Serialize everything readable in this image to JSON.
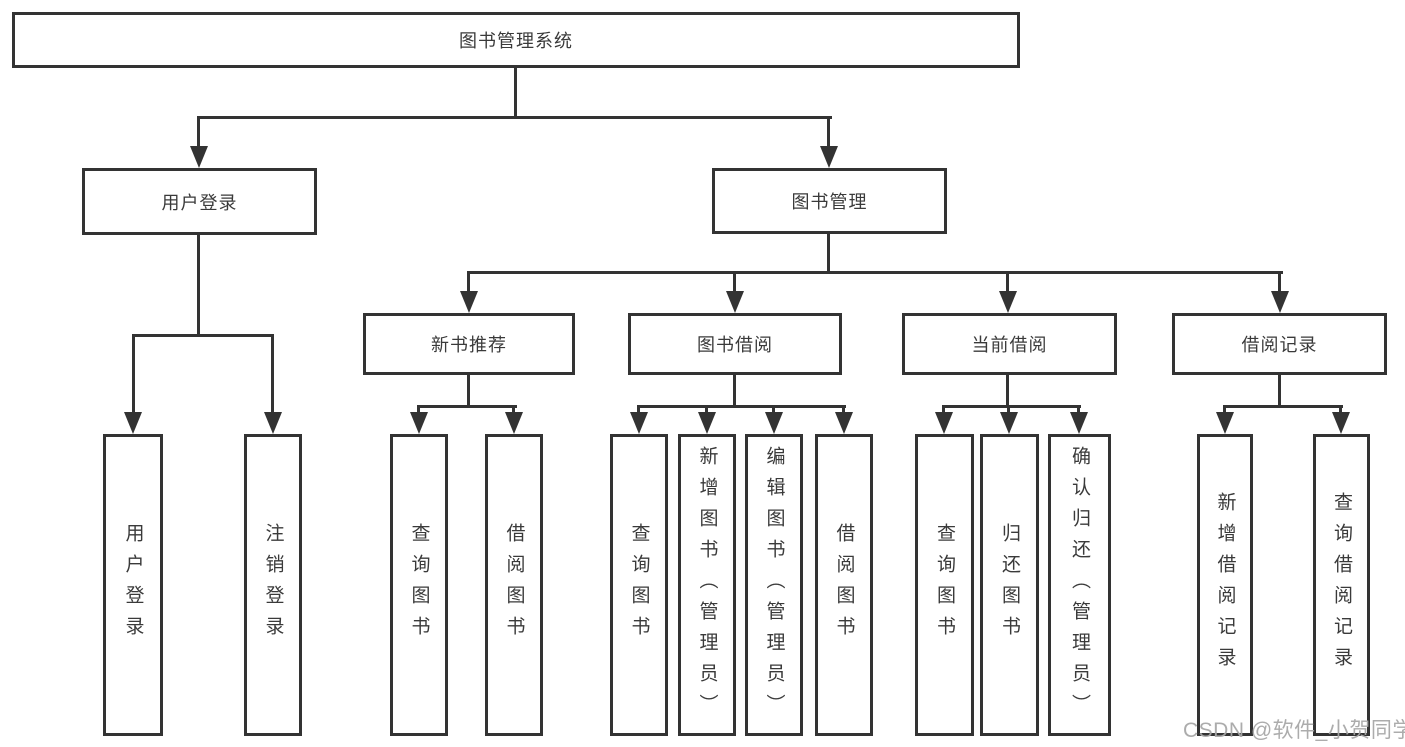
{
  "diagram": {
    "root": "图书管理系统",
    "level2": {
      "user_login": "用户登录",
      "book_mgmt": "图书管理"
    },
    "level3": {
      "new_book_rec": "新书推荐",
      "book_borrow": "图书借阅",
      "current_borrow": "当前借阅",
      "borrow_records": "借阅记录"
    },
    "leaves": {
      "user_login": "用户登录",
      "logout": "注销登录",
      "rec_query_books": "查询图书",
      "rec_borrow_books": "借阅图书",
      "bor_query_books": "查询图书",
      "bor_add_books": "新增图书（管理员）",
      "bor_edit_books": "编辑图书（管理员）",
      "bor_borrow_books": "借阅图书",
      "cur_query_books": "查询图书",
      "cur_return_books": "归还图书",
      "cur_confirm_return": "确认归还（管理员）",
      "log_add_record": "新增借阅记录",
      "log_query_record": "查询借阅记录"
    }
  },
  "watermark": "CSDN @软件_小贺同学",
  "colors": {
    "line": "#333333",
    "box_border": "#333333",
    "text": "#3a3a3a",
    "watermark_gray": "#a8a8a8",
    "background": "#ffffff"
  }
}
